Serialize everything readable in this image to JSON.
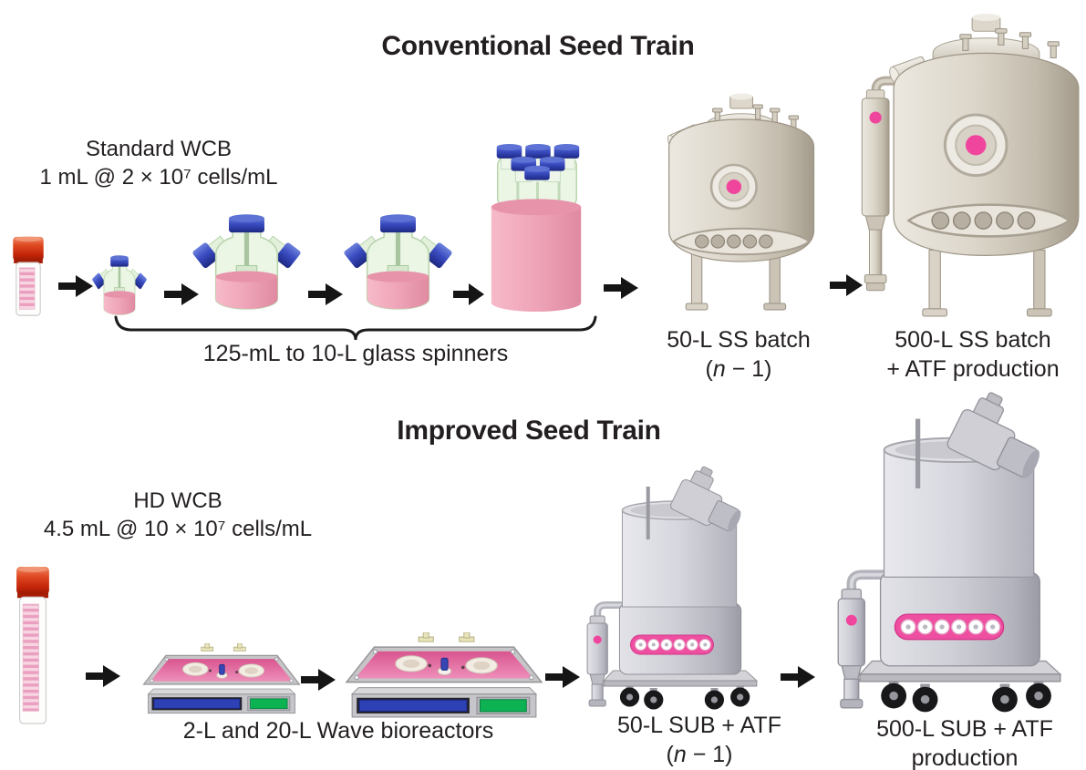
{
  "colors": {
    "accent_pink": "#f0459c",
    "liquid_pink": "#efa4b8",
    "cap_red": "#c22408",
    "cap_blue": "#2b3da8",
    "steel_beige": "#d8d2c6",
    "steel_gray": "#c9c9cf",
    "text": "#231f20"
  },
  "icons": {
    "flow_arrow": "solid black right arrow"
  },
  "common": {
    "n_open": "(",
    "n_var": "n",
    "n_close": " − 1)"
  },
  "conventional": {
    "title": "Conventional Seed Train",
    "wcb": {
      "line1": "Standard WCB",
      "line2": "1 mL @ 2 × 10⁷ cells/mL"
    },
    "spinners_caption": "125-mL to 10-L glass spinners",
    "tank_50": {
      "line1": "50-L SS batch"
    },
    "tank_500": {
      "line1": "500-L SS batch",
      "line2": "+ ATF production"
    }
  },
  "improved": {
    "title": "Improved Seed Train",
    "wcb": {
      "line1": "HD WCB",
      "line2": "4.5 mL @ 10 × 10⁷ cells/mL"
    },
    "wave_caption": "2-L and 20-L Wave bioreactors",
    "sub_50": {
      "line1": "50-L SUB + ATF"
    },
    "sub_500": {
      "line1": "500-L SUB + ATF",
      "line2": "production"
    }
  }
}
